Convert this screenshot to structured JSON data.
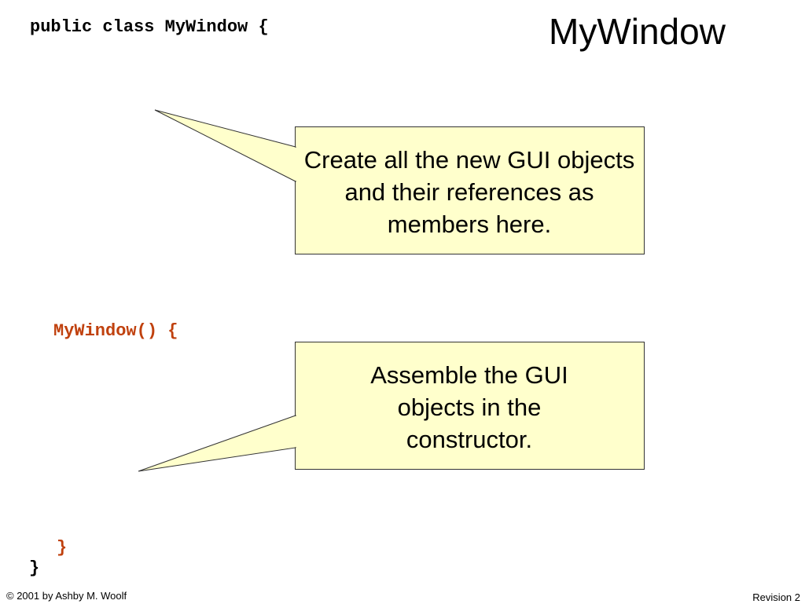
{
  "slide": {
    "title": "MyWindow",
    "code": {
      "class_decl": "public class MyWindow {",
      "constructor_decl": "MyWindow() {",
      "constructor_close": "}",
      "class_close": "}"
    },
    "callouts": [
      {
        "text": "Create all the new GUI objects and their references as members here."
      },
      {
        "lines": [
          "Assemble the GUI",
          "objects in the",
          "constructor."
        ]
      }
    ],
    "footer": {
      "copyright": "© 2001 by Ashby M. Woolf",
      "revision": "Revision 2"
    },
    "colors": {
      "callout_fill": "#ffffcc",
      "callout_border": "#333333",
      "code_accent": "#c0410e"
    }
  }
}
